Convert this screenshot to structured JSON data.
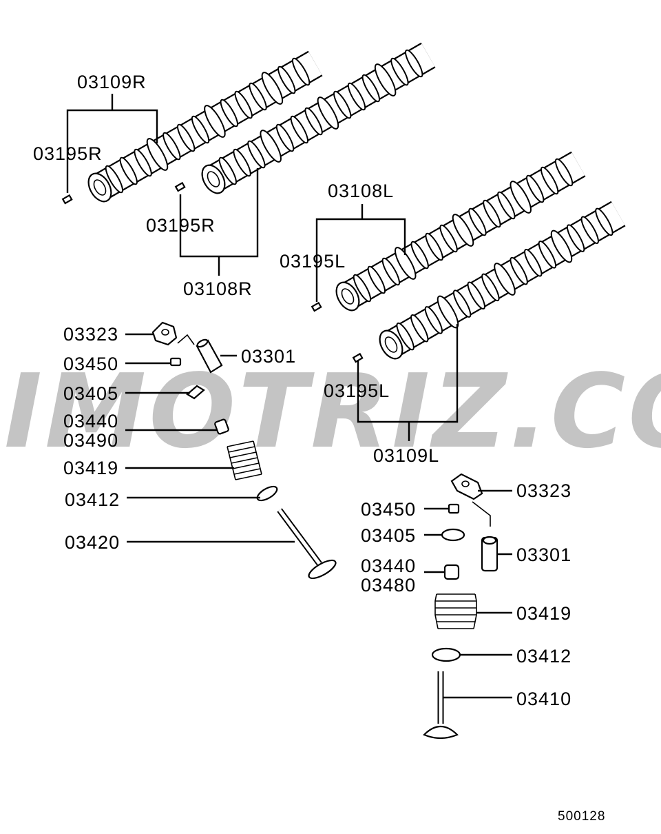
{
  "diagram": {
    "watermark": "IMOTRIZ.COM",
    "reference_code": "500128",
    "labels": {
      "cam_09R": "03109R",
      "key_95R_a": "03195R",
      "key_95R_b": "03195R",
      "cam_08R": "03108R",
      "cam_08L": "03108L",
      "key_95L_a": "03195L",
      "key_95L_b": "03195L",
      "cam_09L": "03109L",
      "L_03323": "03323",
      "L_03450": "03450",
      "L_03405": "03405",
      "L_03440": "03440",
      "L_03490": "03490",
      "L_03419": "03419",
      "L_03412": "03412",
      "L_03420": "03420",
      "L_03301": "03301",
      "R_03323": "03323",
      "R_03450": "03450",
      "R_03405": "03405",
      "R_03440": "03440",
      "R_03480": "03480",
      "R_03301": "03301",
      "R_03419": "03419",
      "R_03412": "03412",
      "R_03410": "03410"
    }
  }
}
